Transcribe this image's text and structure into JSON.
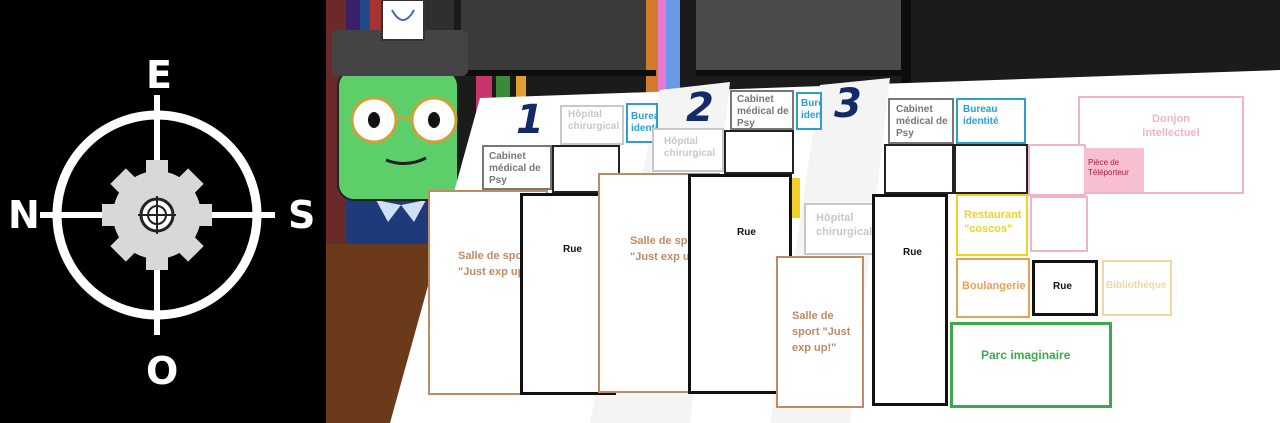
{
  "compass": {
    "east": "E",
    "west": "O",
    "north": "N",
    "south": "S"
  },
  "colors": {
    "hospital": "#c8c8c8",
    "psy": "#777777",
    "bureau": "#2a9fd6",
    "gym": "#c08a64",
    "street": "#111111",
    "restaurant": "#f0d12a",
    "bakery": "#f0a050",
    "park": "#3aaa4a",
    "donjon": "#f0b4c8",
    "library": "#f0d8a0",
    "number": "#142a66"
  },
  "sheet1": {
    "number": "1",
    "hospital": "Hôpital chirurgical",
    "bureau": "Bureau identité",
    "psy": "Cabinet médical de Psy",
    "gym": "Salle de sport \"Just exp up!\"",
    "street": "Rue"
  },
  "sheet2": {
    "number": "2",
    "psy": "Cabinet médical de Psy",
    "bureau": "Bureau identité",
    "hospital": "Hôpital chirurgical",
    "gym": "Salle de sport \"Just exp up!\"",
    "street": "Rue"
  },
  "sheet3": {
    "number": "3",
    "psy": "Cabinet médical de Psy",
    "bureau": "Bureau identité",
    "donjon": "Donjon intellectuel",
    "teleport": "Pièce de Téléporteur",
    "hospital": "Hôpital chirurgical",
    "restaurant": "Restaurant \"coscos\"",
    "street": "Rue",
    "bakery": "Boulangerie",
    "street2": "Rue",
    "library": "Bibliothèque",
    "gym": "Salle de sport \"Just exp up!\"",
    "park": "Parc imaginaire"
  }
}
